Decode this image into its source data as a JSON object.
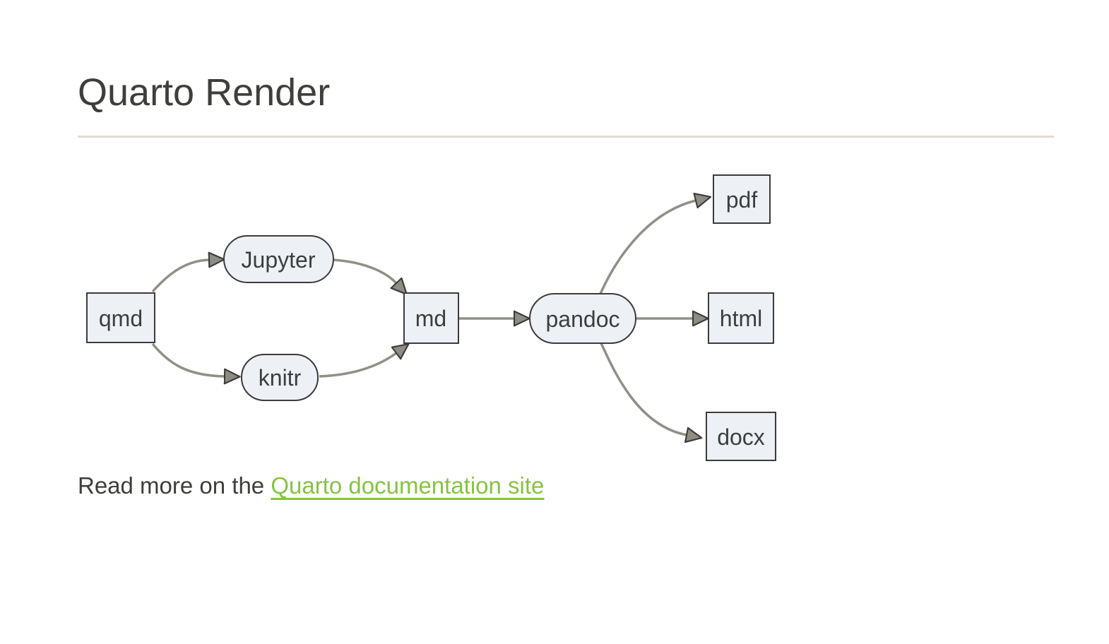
{
  "header": {
    "title": "Quarto Render"
  },
  "diagram": {
    "title": "Quarto render pipeline flowchart",
    "nodes": [
      {
        "id": "qmd",
        "label": "qmd",
        "shape": "rect"
      },
      {
        "id": "jupyter",
        "label": "Jupyter",
        "shape": "stadium"
      },
      {
        "id": "knitr",
        "label": "knitr",
        "shape": "stadium"
      },
      {
        "id": "md",
        "label": "md",
        "shape": "rect"
      },
      {
        "id": "pandoc",
        "label": "pandoc",
        "shape": "stadium"
      },
      {
        "id": "pdf",
        "label": "pdf",
        "shape": "rect"
      },
      {
        "id": "html",
        "label": "html",
        "shape": "rect"
      },
      {
        "id": "docx",
        "label": "docx",
        "shape": "rect"
      }
    ],
    "edges": [
      {
        "from": "qmd",
        "to": "jupyter"
      },
      {
        "from": "qmd",
        "to": "knitr"
      },
      {
        "from": "jupyter",
        "to": "md"
      },
      {
        "from": "knitr",
        "to": "md"
      },
      {
        "from": "md",
        "to": "pandoc"
      },
      {
        "from": "pandoc",
        "to": "pdf"
      },
      {
        "from": "pandoc",
        "to": "html"
      },
      {
        "from": "pandoc",
        "to": "docx"
      }
    ]
  },
  "footer": {
    "prefix": "Read more on the ",
    "link_text": "Quarto documentation site"
  },
  "colors": {
    "node_fill": "#edf0f5",
    "node_border": "#3b3b3b",
    "node_text": "#3d3d3d",
    "edge": "#918f87",
    "arrowhead_fill": "#8f8c83",
    "link_green": "#84c441",
    "heading_text": "#3e3e3b",
    "rule_tan": "#e3dccf",
    "background": "#ffffff"
  }
}
